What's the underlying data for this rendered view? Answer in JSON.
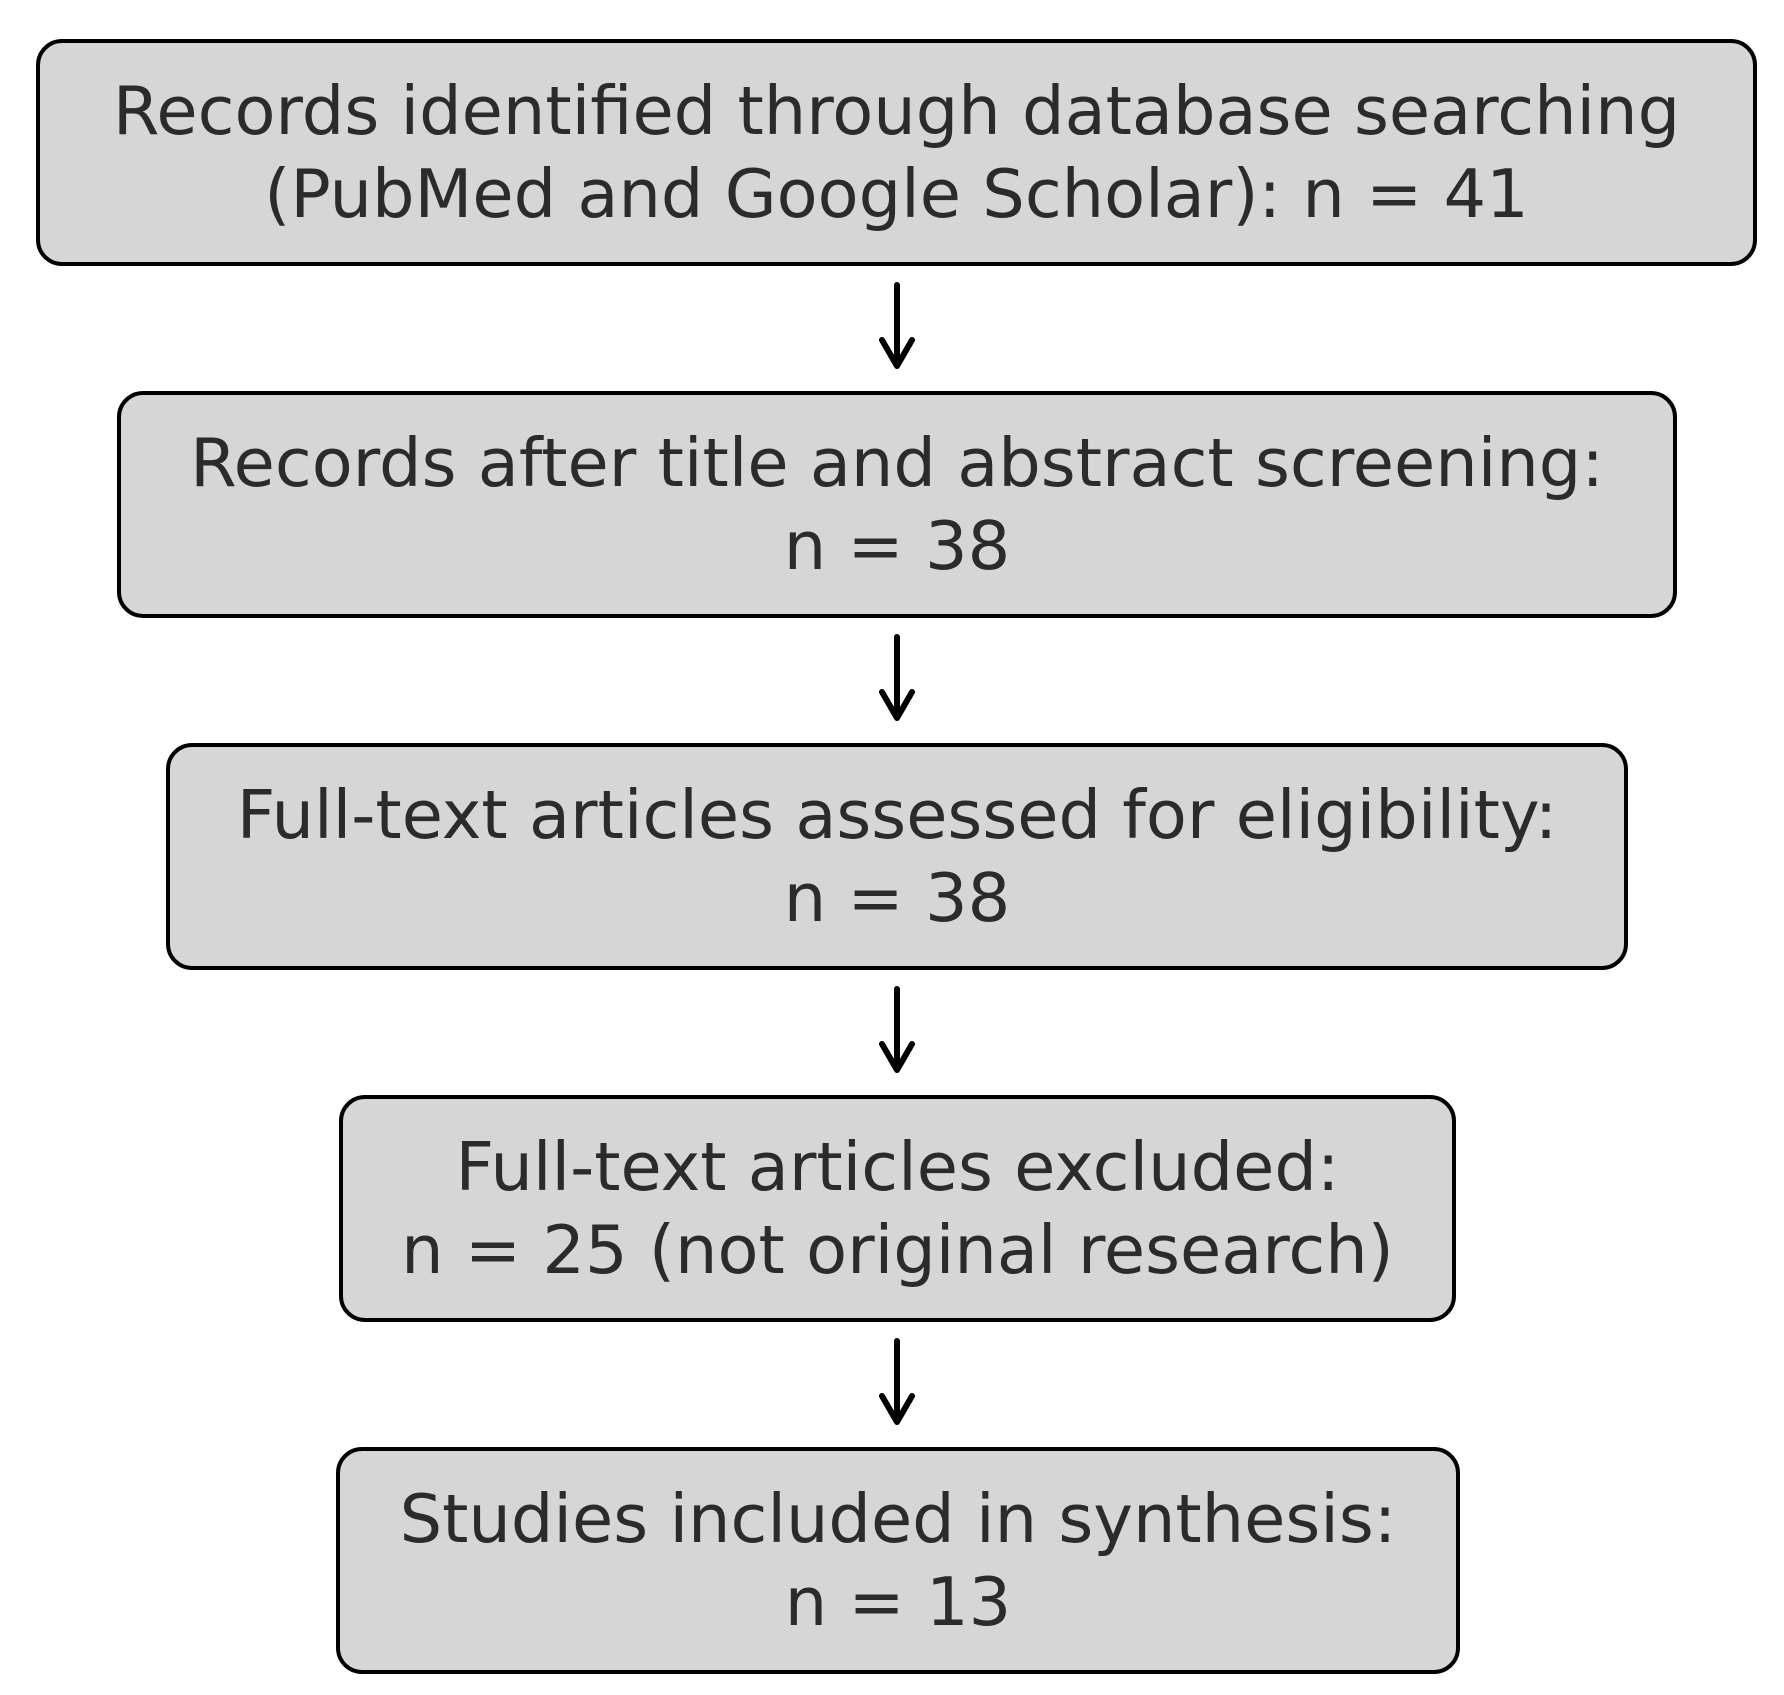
{
  "boxes": [
    {
      "line1": "Records identified through database searching",
      "line2": "(PubMed and Google Scholar): n = 41"
    },
    {
      "line1": "Records after title and abstract screening:",
      "line2": "n = 38"
    },
    {
      "line1": "Full-text articles assessed for eligibility:",
      "line2": "n = 38"
    },
    {
      "line1": "Full-text articles excluded:",
      "line2": "n = 25 (not original research)"
    },
    {
      "line1": "Studies included in synthesis:",
      "line2": "n = 13"
    }
  ],
  "colors": {
    "box_fill": "#d6d6d6",
    "box_border": "#000000",
    "text": "#2b2b2b",
    "arrow": "#000000"
  }
}
